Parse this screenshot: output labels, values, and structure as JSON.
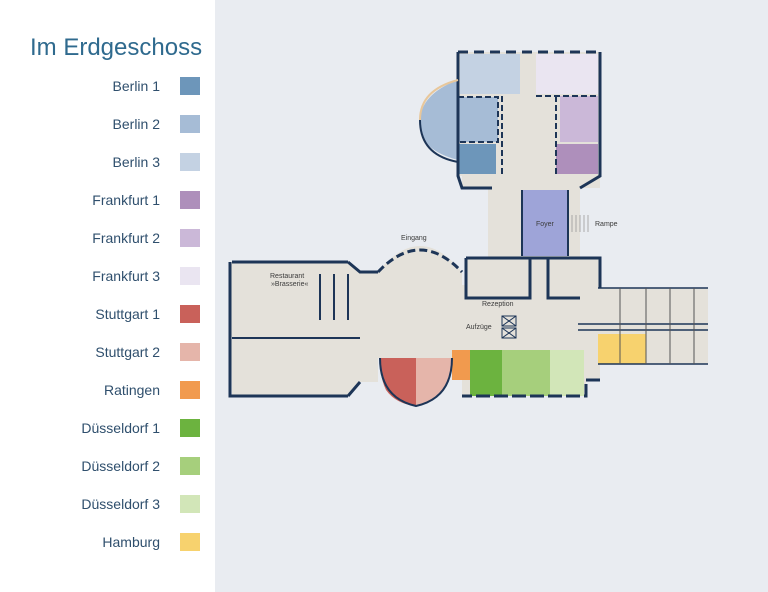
{
  "legend": {
    "title": "Im Erdgeschoss",
    "items": [
      {
        "label": "Berlin 1",
        "color": "#6d96ba"
      },
      {
        "label": "Berlin 2",
        "color": "#a6bcd6"
      },
      {
        "label": "Berlin 3",
        "color": "#c4d2e3"
      },
      {
        "label": "Frankfurt 1",
        "color": "#ae8fbb"
      },
      {
        "label": "Frankfurt 2",
        "color": "#cbb8d8"
      },
      {
        "label": "Frankfurt 3",
        "color": "#eae5f1"
      },
      {
        "label": "Stuttgart 1",
        "color": "#c9615a"
      },
      {
        "label": "Stuttgart 2",
        "color": "#e5b5aa"
      },
      {
        "label": "Ratingen",
        "color": "#f19a4e"
      },
      {
        "label": "Düsseldorf 1",
        "color": "#6cb33f"
      },
      {
        "label": "Düsseldorf 2",
        "color": "#a6cf7c"
      },
      {
        "label": "Düsseldorf 3",
        "color": "#d2e6b8"
      },
      {
        "label": "Hamburg",
        "color": "#f7d26e"
      }
    ]
  },
  "map": {
    "labels": {
      "eingang": "Eingang",
      "restaurant": "Restaurant",
      "brasserie": "»Brasserie«",
      "foyer": "Foyer",
      "rampe": "Rampe",
      "rezeption": "Rezeption",
      "aufzuege": "Aufzüge"
    },
    "colors": {
      "floor": "#e4e1da",
      "wall": "#1d3557",
      "foyer": "#9ea4d8",
      "outline": "#e8c79b"
    }
  }
}
